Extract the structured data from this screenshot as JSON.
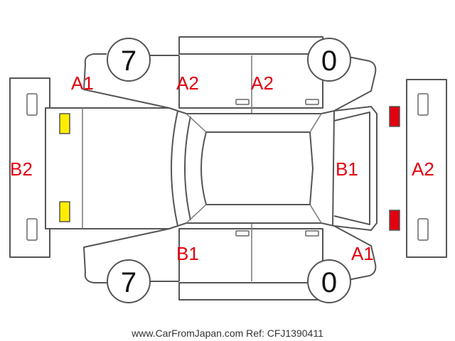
{
  "damage_codes": {
    "front_left_fender": "A1",
    "front_left_door": "A2",
    "rear_left_door": "A2",
    "front_bumper": "B2",
    "roof": "B1",
    "rear_bumper": "A2",
    "front_right_door": "B1",
    "rear_right_fender": "A1"
  },
  "tires": {
    "front_left": "7",
    "rear_left": "0",
    "front_right": "7",
    "rear_right": "0"
  },
  "markers": {
    "front_lamps_color": "#ffee00",
    "rear_lamps_color": "#e3000f"
  },
  "footer": "www.CarFromJapan.com Ref: CFJ1390411"
}
